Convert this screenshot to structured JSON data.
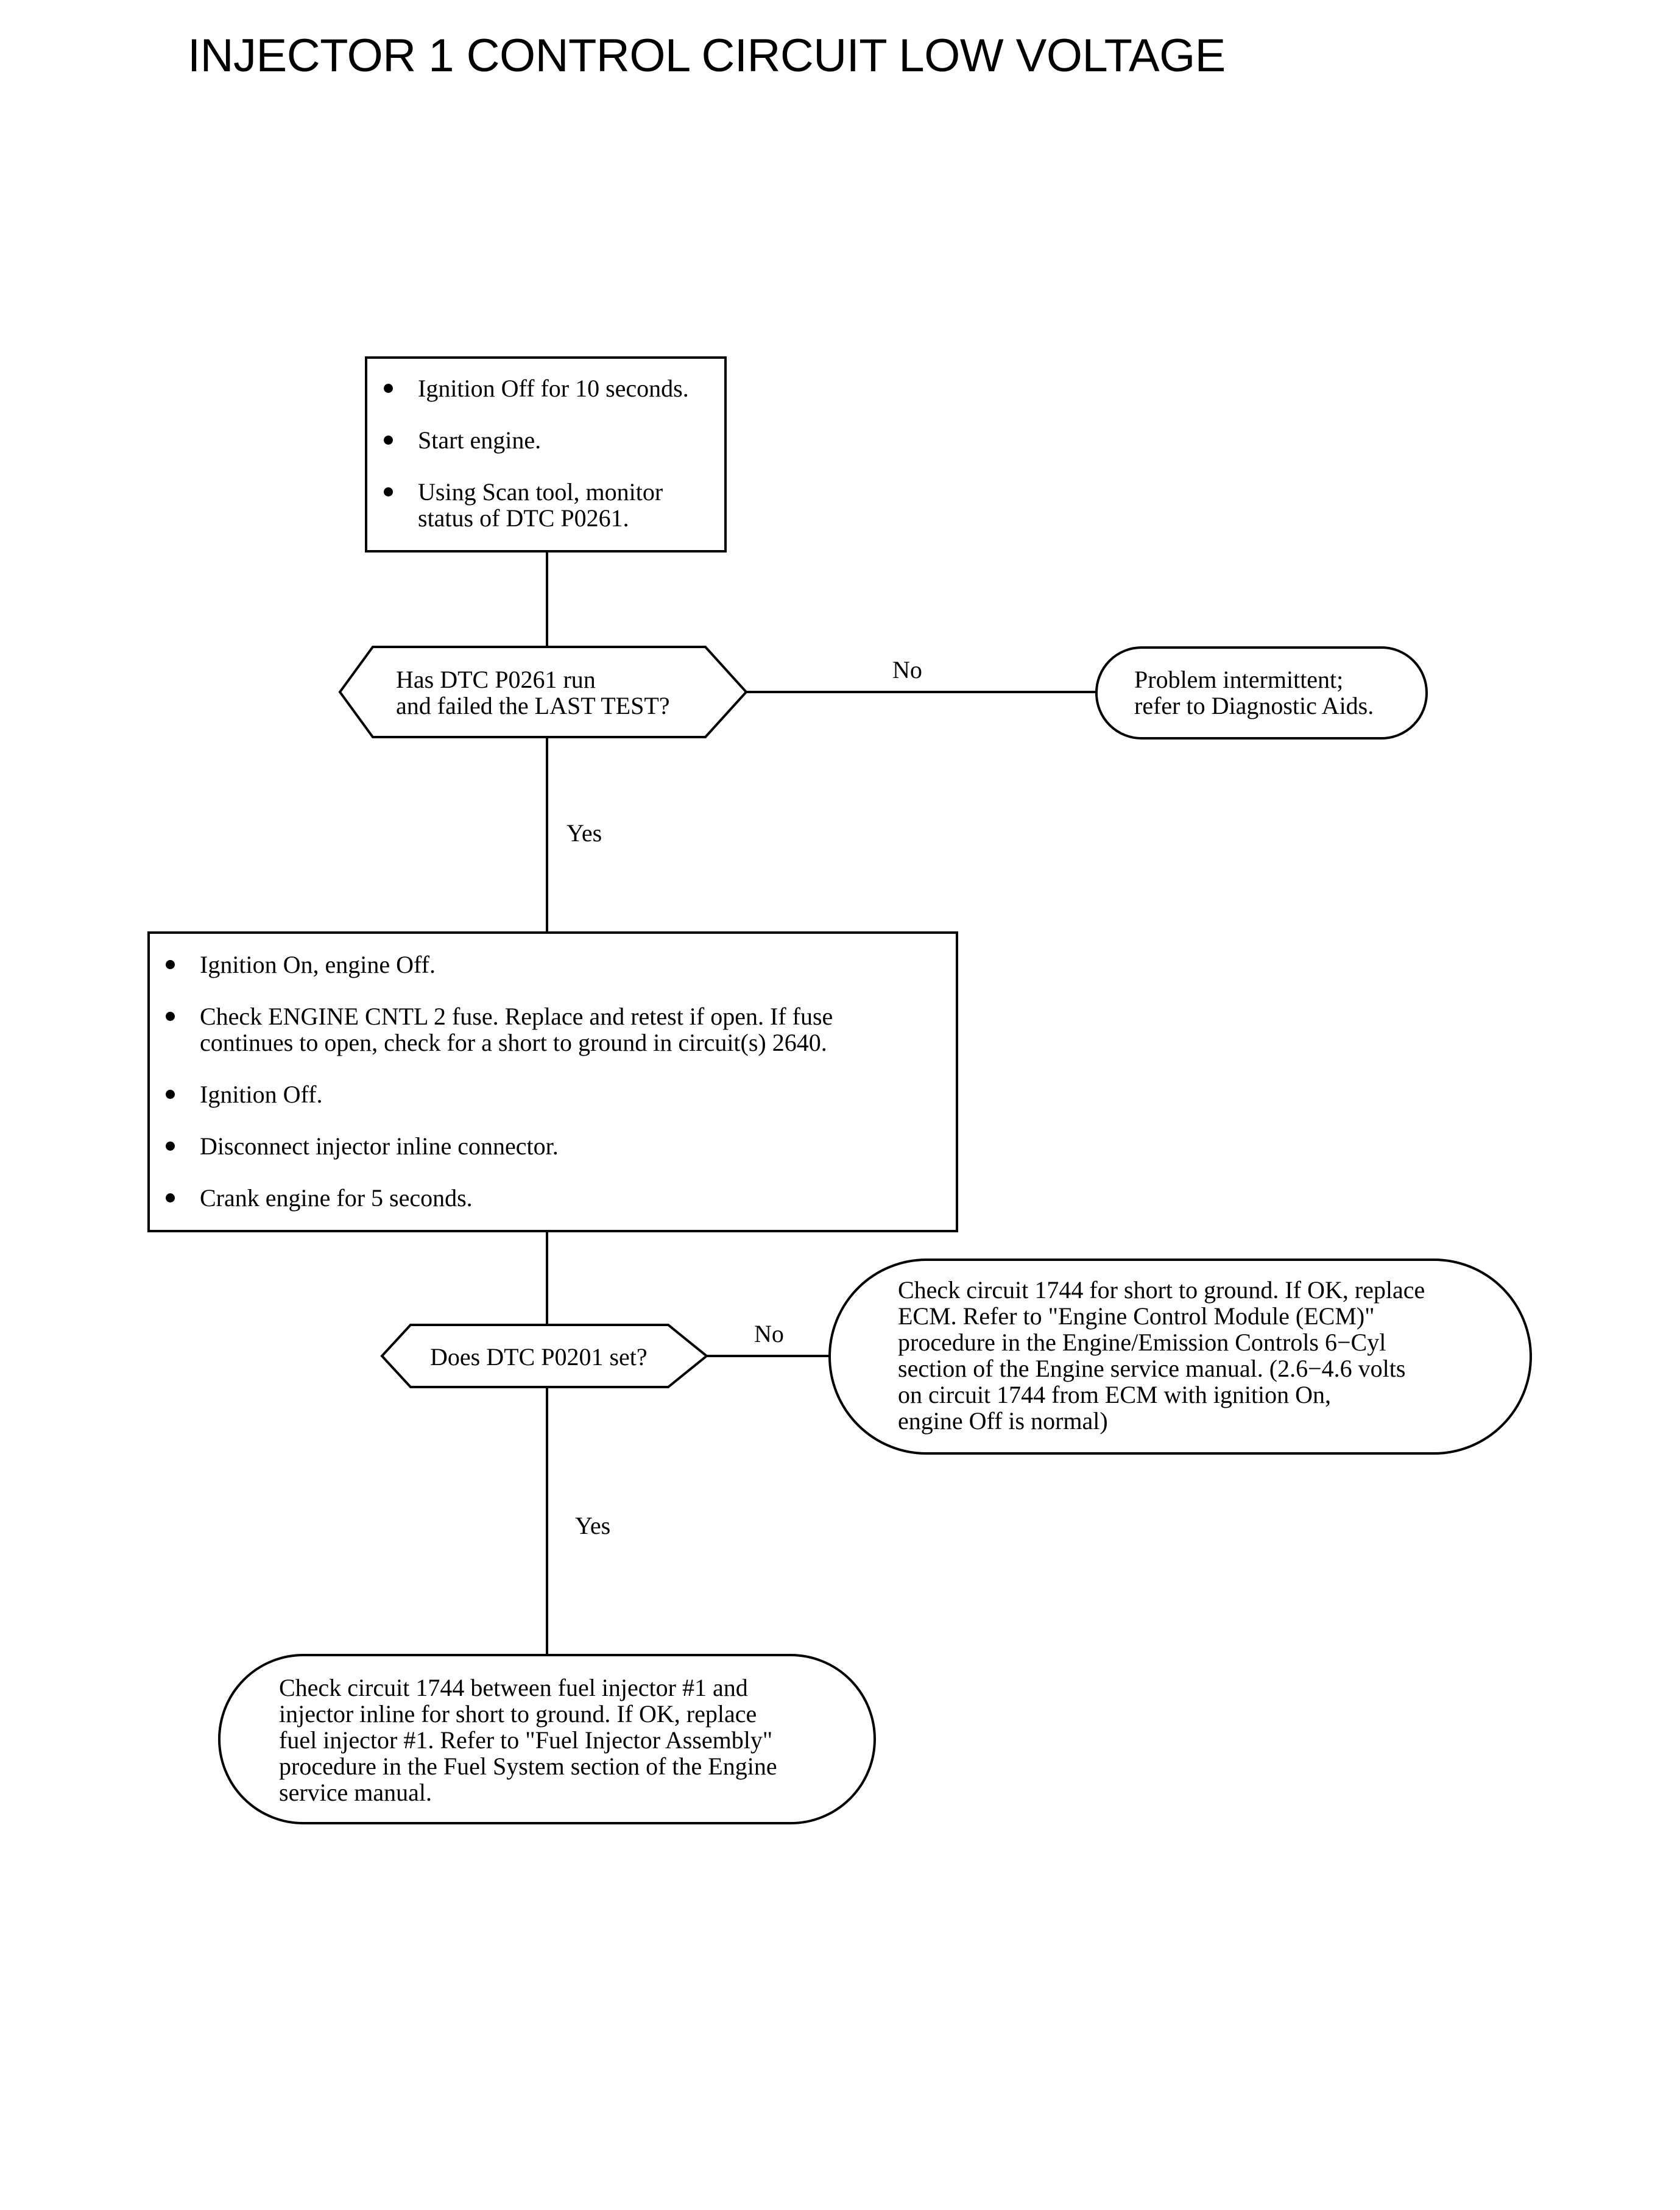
{
  "title": "INJECTOR 1 CONTROL CIRCUIT LOW VOLTAGE",
  "step1": {
    "bullets": [
      "Ignition Off for 10 seconds.",
      "Start engine.",
      "Using Scan tool, monitor\nstatus of DTC P0261."
    ]
  },
  "decision1": {
    "question": "Has DTC P0261 run\nand failed the LAST TEST?",
    "no_label": "No",
    "yes_label": "Yes"
  },
  "result_no1": {
    "text": "Problem intermittent;\nrefer to Diagnostic Aids."
  },
  "step2": {
    "bullets": [
      "Ignition On, engine Off.",
      "Check ENGINE CNTL 2 fuse.  Replace and retest if open. If fuse\ncontinues to open, check for a short to ground in circuit(s) 2640.",
      "Ignition Off.",
      "Disconnect injector inline connector.",
      "Crank engine for 5 seconds."
    ]
  },
  "decision2": {
    "question": "Does DTC P0201 set?",
    "no_label": "No",
    "yes_label": "Yes"
  },
  "result_no2": {
    "text": "Check circuit 1744 for short to ground. If OK, replace\nECM. Refer to \"Engine Control Module (ECM)\"\nprocedure in the Engine/Emission Controls 6−Cyl\nsection of the Engine service manual. (2.6−4.6 volts\non circuit 1744 from ECM with ignition On,\nengine Off is normal)"
  },
  "result_yes2": {
    "text": "Check circuit 1744 between fuel injector #1 and\ninjector inline for short to ground. If OK, replace\nfuel injector #1. Refer to \"Fuel Injector Assembly\"\nprocedure in the Fuel System section of the Engine\nservice manual."
  }
}
